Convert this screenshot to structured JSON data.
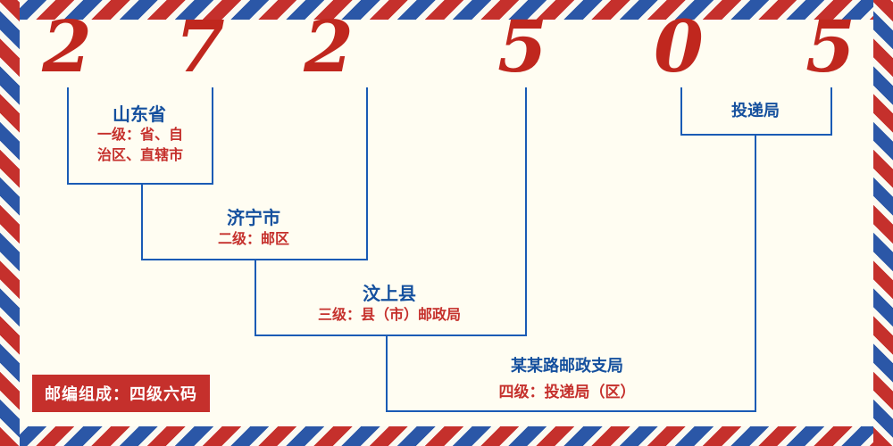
{
  "postal_code": {
    "digits": [
      "2",
      "7",
      "2",
      "5",
      "0",
      "5"
    ]
  },
  "levels": {
    "level1": {
      "name": "山东省",
      "desc": "一级：省、自治区、直辖市"
    },
    "level2": {
      "name": "济宁市",
      "desc": "二级：邮区"
    },
    "level3": {
      "name": "汶上县",
      "desc": "三级：县（市）邮政局"
    },
    "level4": {
      "name": "某某路邮政支局",
      "desc": "四级：投递局（区）"
    },
    "delivery": {
      "name": "投递局"
    }
  },
  "footer": {
    "text": "邮编组成：四级六码"
  },
  "colors": {
    "red": "#c5302c",
    "blue": "#1a5bb5",
    "digit_red": "#c0271e"
  }
}
